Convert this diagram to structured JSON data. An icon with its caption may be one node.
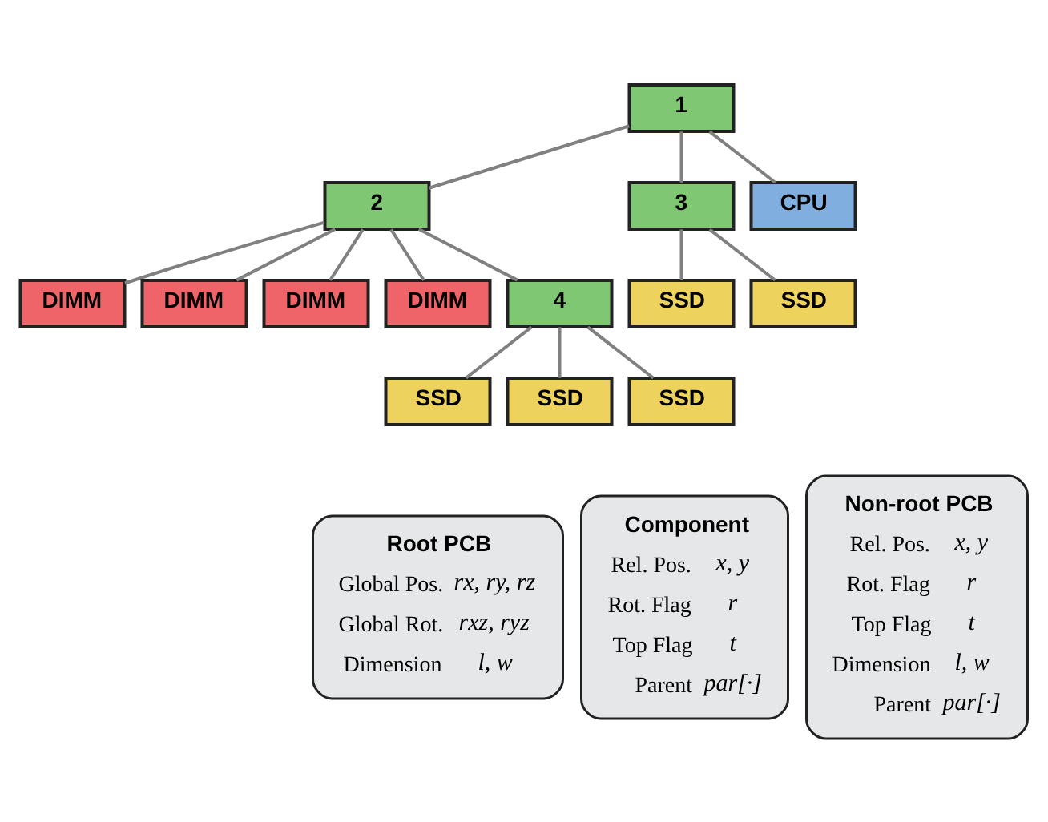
{
  "diagram": {
    "nodes": [
      {
        "text": [
          "1"
        ]
      },
      {
        "text": [
          "2"
        ]
      },
      {
        "text": [
          "3"
        ]
      },
      {
        "text": [
          "CPU"
        ]
      },
      {
        "text": [
          "DIMM"
        ]
      },
      {
        "text": [
          "DIMM"
        ]
      },
      {
        "text": [
          "DIMM"
        ]
      },
      {
        "text": [
          "DIMM"
        ]
      },
      {
        "text": [
          "4"
        ]
      },
      {
        "text": [
          "SSD"
        ]
      },
      {
        "text": [
          "SSD"
        ]
      },
      {
        "text": [
          "SSD"
        ]
      },
      {
        "text": [
          "SSD"
        ]
      },
      {
        "text": [
          "SSD"
        ]
      },
      {
        "text": [
          "Root PCB",
          "Global Pos.",
          "rx, ry, rz",
          "Global Rot.",
          "rxz, ryz",
          "Dimension",
          "l, w"
        ]
      },
      {
        "text": [
          "Component",
          "Rel. Pos.",
          "x, y",
          "Rot. Flag",
          "r",
          "Top Flag",
          "t",
          "Parent",
          "par[·]"
        ]
      },
      {
        "text": [
          "Non-root PCB",
          "Rel. Pos.",
          "x, y",
          "Rot. Flag",
          "r",
          "Top Flag",
          "t",
          "Dimension",
          "l, w",
          "Parent",
          "par[·]"
        ]
      }
    ],
    "edges": [
      {
        "from": 0,
        "to": 1,
        "arrow": "none"
      },
      {
        "from": 0,
        "to": 2,
        "arrow": "none"
      },
      {
        "from": 0,
        "to": 3,
        "arrow": "none"
      },
      {
        "from": 1,
        "to": 4,
        "arrow": "none"
      },
      {
        "from": 1,
        "to": 5,
        "arrow": "none"
      },
      {
        "from": 1,
        "to": 6,
        "arrow": "none"
      },
      {
        "from": 1,
        "to": 7,
        "arrow": "none"
      },
      {
        "from": 1,
        "to": 8,
        "arrow": "none"
      },
      {
        "from": 2,
        "to": 9,
        "arrow": "none"
      },
      {
        "from": 2,
        "to": 10,
        "arrow": "none"
      },
      {
        "from": 8,
        "to": 11,
        "arrow": "none"
      },
      {
        "from": 8,
        "to": 12,
        "arrow": "none"
      },
      {
        "from": 8,
        "to": 13,
        "arrow": "none"
      }
    ]
  }
}
